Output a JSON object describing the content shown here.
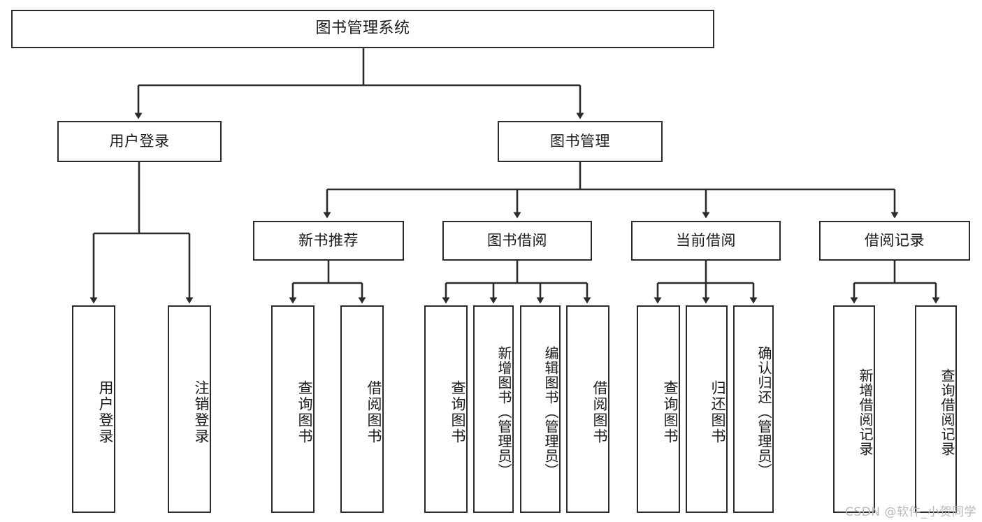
{
  "diagram": {
    "title": "图书管理系统",
    "type": "tree",
    "watermark": "CSDN @软件_小贺同学",
    "colors": {
      "node_border": "#2b2b2b",
      "node_fill": "#ffffff",
      "edge": "#2b2b2b",
      "text": "#1a1a1a",
      "watermark": "#b9b9b9",
      "background": "#ffffff"
    },
    "levels": {
      "root": {
        "label": "图书管理系统"
      },
      "level2": [
        {
          "label": "用户登录"
        },
        {
          "label": "图书管理"
        }
      ],
      "level3": [
        {
          "label": "新书推荐"
        },
        {
          "label": "图书借阅"
        },
        {
          "label": "当前借阅"
        },
        {
          "label": "借阅记录"
        }
      ],
      "leaves": {
        "user_login": [
          {
            "label": "用户登录"
          },
          {
            "label": "注销登录"
          }
        ],
        "new_book_recommend": [
          {
            "label": "查询图书"
          },
          {
            "label": "借阅图书"
          }
        ],
        "book_borrow": [
          {
            "label": "查询图书"
          },
          {
            "label": "新增图书（管理员）"
          },
          {
            "label": "编辑图书（管理员）"
          },
          {
            "label": "借阅图书"
          }
        ],
        "current_borrow": [
          {
            "label": "查询图书"
          },
          {
            "label": "归还图书"
          },
          {
            "label": "确认归还（管理员）"
          }
        ],
        "borrow_record": [
          {
            "label": "新增借阅记录"
          },
          {
            "label": "查询借阅记录"
          }
        ]
      }
    }
  }
}
